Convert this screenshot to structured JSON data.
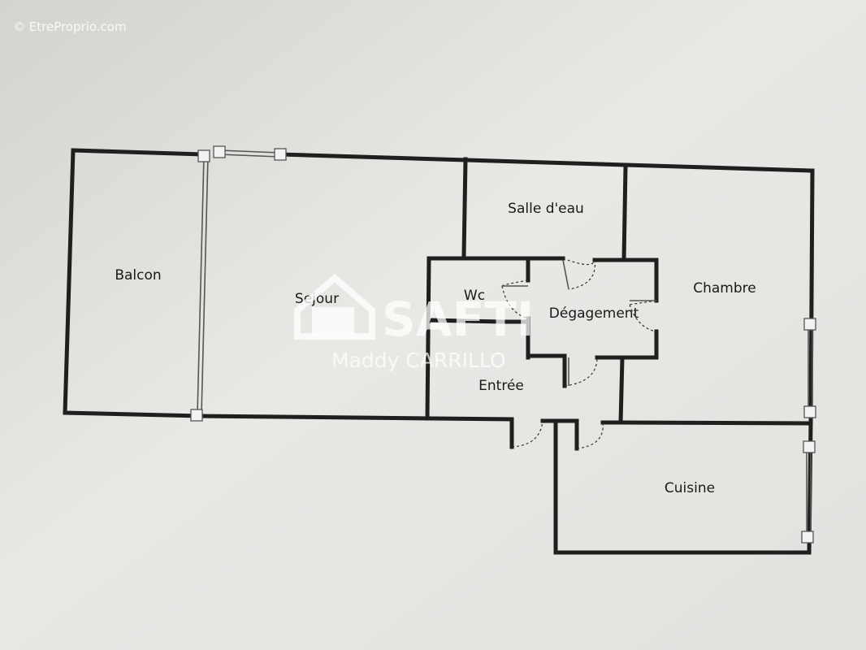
{
  "watermark": {
    "copyright": "© EtreProprio.com",
    "brand": "SAFTI",
    "agent": "Maddy CARRILLO"
  },
  "rooms": {
    "balcon": "Balcon",
    "sejour": "Sejour",
    "salle_eau": "Salle d'eau",
    "wc": "Wc",
    "degagement": "Dégagement",
    "chambre": "Chambre",
    "entree": "Entrée",
    "cuisine": "Cuisine"
  },
  "colors": {
    "paper": "#e9e9e7",
    "walls": "#1f1f1f",
    "watermark": "#ffffff"
  }
}
